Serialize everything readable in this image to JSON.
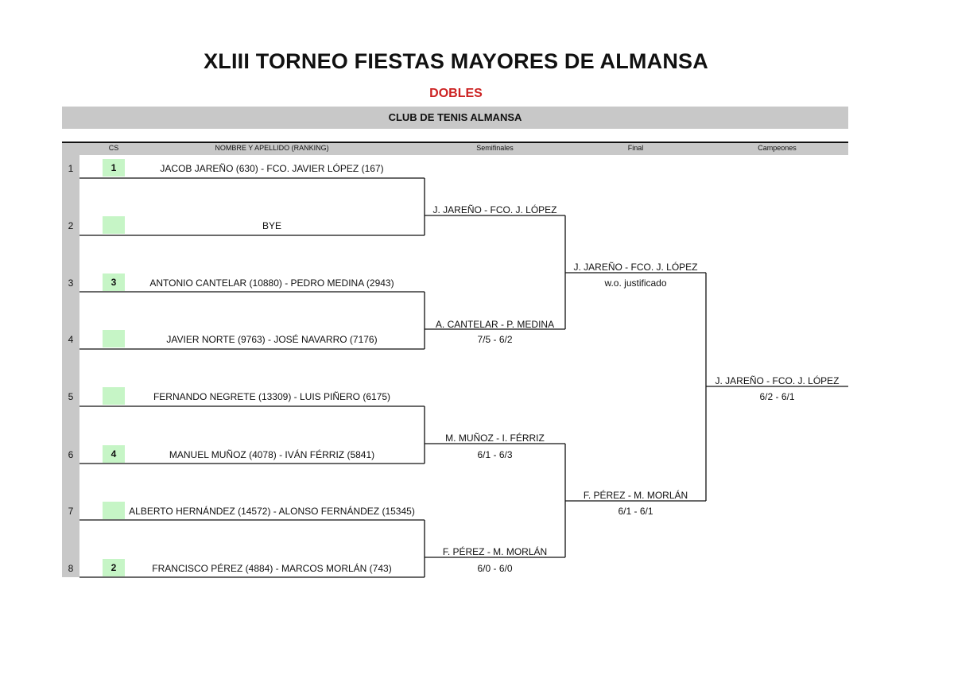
{
  "header": {
    "title": "XLIII TORNEO FIESTAS MAYORES DE ALMANSA",
    "subtitle": "DOBLES",
    "club": "CLUB DE TENIS ALMANSA"
  },
  "columns": {
    "cs": "CS",
    "name": "NOMBRE Y APELLIDO (RANKING)",
    "semis": "Semifinales",
    "final": "Final",
    "champions": "Campeones"
  },
  "entries": [
    {
      "num": "1",
      "seed": "1",
      "name": "JACOB JAREÑO (630) - FCO. JAVIER LÓPEZ (167)"
    },
    {
      "num": "2",
      "seed": "",
      "name": "BYE"
    },
    {
      "num": "3",
      "seed": "3",
      "name": "ANTONIO CANTELAR (10880) - PEDRO MEDINA (2943)"
    },
    {
      "num": "4",
      "seed": "",
      "name": "JAVIER NORTE (9763) - JOSÉ NAVARRO (7176)"
    },
    {
      "num": "5",
      "seed": "",
      "name": "FERNANDO NEGRETE (13309) - LUIS PIÑERO (6175)"
    },
    {
      "num": "6",
      "seed": "4",
      "name": "MANUEL MUÑOZ (4078) - IVÁN FÉRRIZ (5841)"
    },
    {
      "num": "7",
      "seed": "",
      "name": "ALBERTO HERNÁNDEZ (14572) - ALONSO FERNÁNDEZ (15345)"
    },
    {
      "num": "8",
      "seed": "2",
      "name": "FRANCISCO PÉREZ (4884) - MARCOS MORLÁN (743)"
    }
  ],
  "semifinals": [
    {
      "winner": "J. JAREÑO - FCO. J. LÓPEZ",
      "score": ""
    },
    {
      "winner": "A. CANTELAR - P. MEDINA",
      "score": "7/5 - 6/2"
    },
    {
      "winner": "M. MUÑOZ - I. FÉRRIZ",
      "score": "6/1 - 6/3"
    },
    {
      "winner": "F. PÉREZ - M. MORLÁN",
      "score": "6/0 - 6/0"
    }
  ],
  "final": [
    {
      "winner": "J. JAREÑO - FCO. J. LÓPEZ",
      "score": "w.o. justificado"
    },
    {
      "winner": "F. PÉREZ - M. MORLÁN",
      "score": "6/1 - 6/1"
    }
  ],
  "champion": {
    "winner": "J. JAREÑO - FCO. J. LÓPEZ",
    "score": "6/2 - 6/1"
  }
}
